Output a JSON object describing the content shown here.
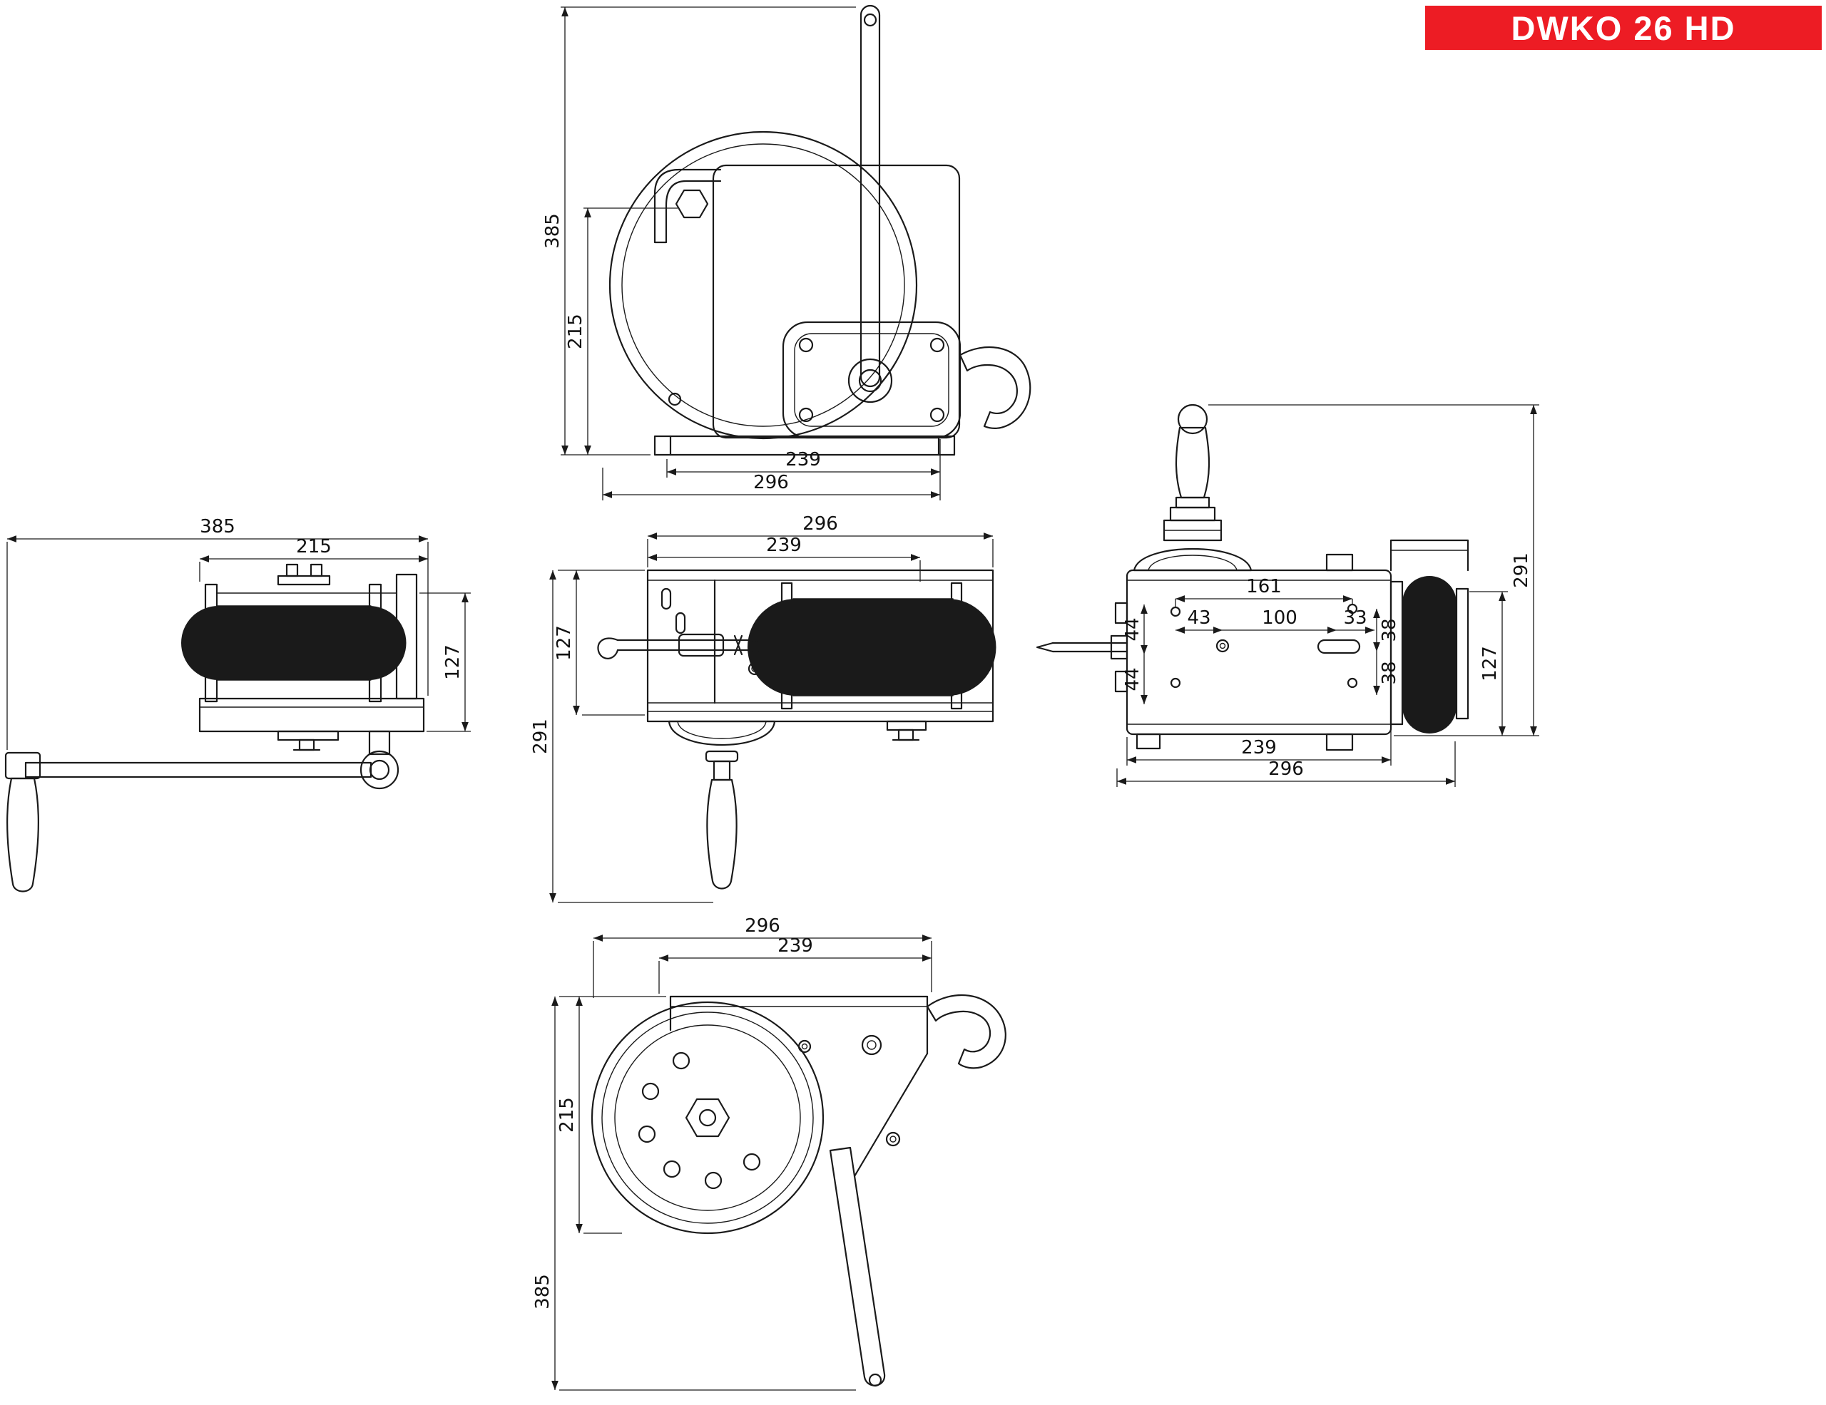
{
  "badge": {
    "label": "DWKO 26 HD",
    "bg_color": "#ed1c24",
    "text_color": "#ffffff"
  },
  "views": {
    "front_crank_up": {
      "dims": {
        "total_height": "385",
        "body_height": "215",
        "base_width": "239",
        "total_width": "296"
      }
    },
    "side_left": {
      "dims": {
        "total_length": "385",
        "drum_length": "215",
        "drum_height": "127"
      }
    },
    "front_center": {
      "dims": {
        "total_width": "296",
        "base_width": "239",
        "body_height": "127",
        "total_height": "291"
      }
    },
    "top_plan": {
      "dims": {
        "bolt_span": "161",
        "pitch_left": "43",
        "pitch_center": "100",
        "pitch_right": "33",
        "offset_top": "38",
        "offset_bottom": "38",
        "row_top": "44",
        "row_bottom": "44",
        "total_height": "291",
        "body_height": "127",
        "base_width": "239",
        "total_width": "296"
      }
    },
    "side_bottom": {
      "dims": {
        "total_width": "296",
        "base_width": "239",
        "wheel_height": "215",
        "total_height": "385"
      }
    }
  }
}
